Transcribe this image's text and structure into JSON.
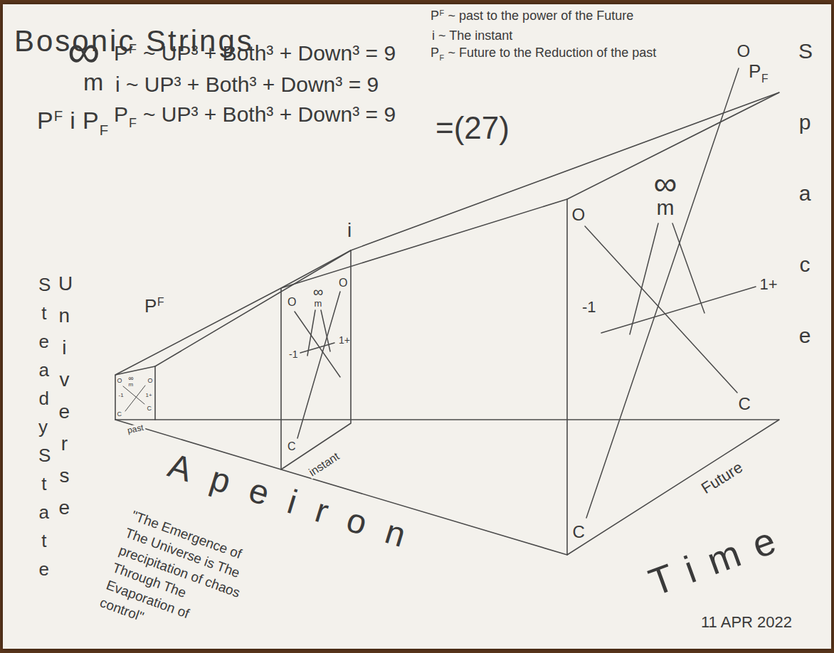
{
  "diagram": {
    "title": "Bosonic Strings",
    "nodes": [
      {
        "text": [
          "O",
          "∞",
          "m",
          "O",
          "-1",
          "1+",
          "C",
          "C",
          "past"
        ]
      },
      {
        "text": [
          "O",
          "∞",
          "m",
          "O",
          "-1",
          "1+",
          "C",
          "instant"
        ]
      },
      {
        "text": [
          "O",
          "∞",
          "m",
          "O",
          "-1",
          "1+",
          "C",
          "C",
          "Future"
        ]
      }
    ],
    "edges": [
      {
        "from": 0,
        "to": 1,
        "arrow": "none"
      },
      {
        "from": 1,
        "to": 2,
        "arrow": "none"
      }
    ],
    "labels": [
      "∞",
      "m",
      "P",
      "F",
      "i",
      "P",
      "F",
      "P",
      "F",
      "~ UP³ + Both³ + Down³ = 9",
      "i ~ UP³ + Both³ + Down³ = 9",
      "P",
      "F",
      "~ UP³ + Both³ + Down³ = 9",
      "=(27)",
      "P",
      "F",
      "~ past to the power of the Future",
      "i ~ The instant",
      "P",
      "F",
      "~ Future to the Reduction of the past",
      "P",
      "F",
      "i",
      "P",
      "F",
      "Space",
      "Steady State",
      "Universe",
      "Apeiron",
      "\"The Emergence of The Universe is The precipitation of chaos Through The Evaporation of control\"",
      "Time",
      "11 APR 2022"
    ]
  }
}
